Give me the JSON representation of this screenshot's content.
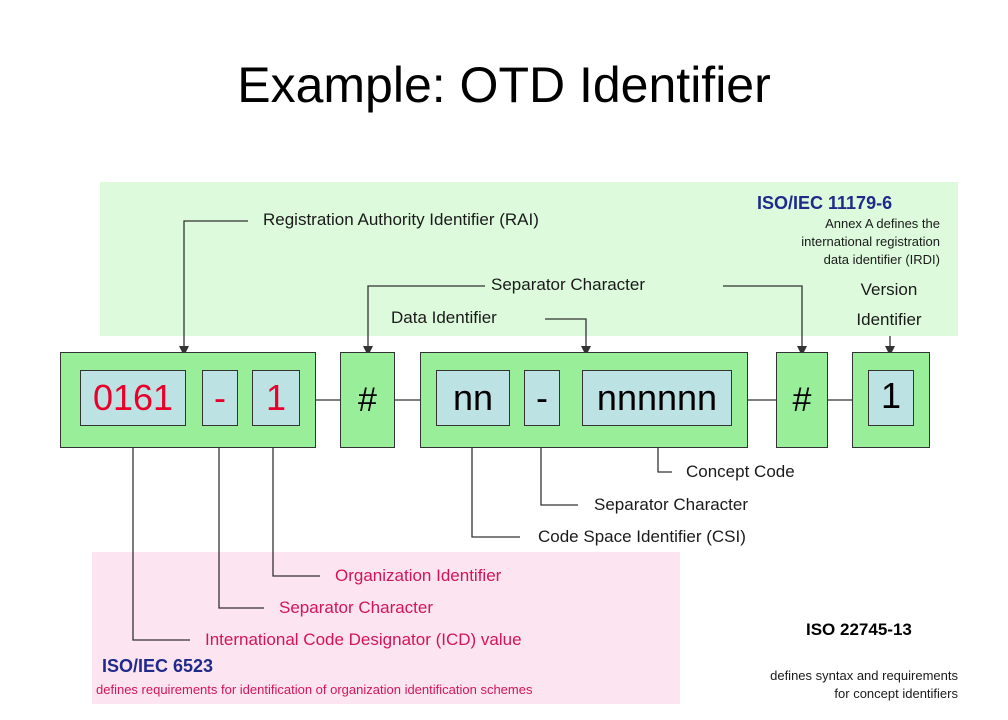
{
  "title": "Example: OTD Identifier",
  "identifier": {
    "icd": "0161",
    "sep1": "-",
    "org": "1",
    "hash1": "#",
    "csi": "nn",
    "sep2": "-",
    "concept": "nnnnnn",
    "hash2": "#",
    "version": "1"
  },
  "labels": {
    "rai": "Registration Authority Identifier (RAI)",
    "separator_top": "Separator Character",
    "data_identifier": "Data Identifier",
    "version_line1": "Version",
    "version_line2": "Identifier",
    "concept_code": "Concept Code",
    "separator_mid": "Separator Character",
    "csi": "Code Space Identifier (CSI)",
    "organization": "Organization Identifier",
    "separator_bottom": "Separator Character",
    "icd": "International Code Designator (ICD) value"
  },
  "standards": {
    "iso11179_title": "ISO/IEC 11179-6",
    "iso11179_line1": "Annex A defines the",
    "iso11179_line2": "international registration",
    "iso11179_line3": "data identifier (IRDI)",
    "iso6523_title": "ISO/IEC 6523",
    "iso6523_desc": "defines requirements for identification of organization identification schemes",
    "iso22745_title": "ISO 22745-13",
    "iso22745_line1": "defines syntax and requirements",
    "iso22745_line2": "for concept identifiers"
  },
  "colors": {
    "green_region": "#ddfadd",
    "pink_region": "#fce4f0",
    "group_fill": "#99ee99",
    "cell_fill": "#bde2e4",
    "red_text": "#e8002a",
    "pink_text": "#d4145a",
    "standard_title": "#1f2a8a"
  }
}
